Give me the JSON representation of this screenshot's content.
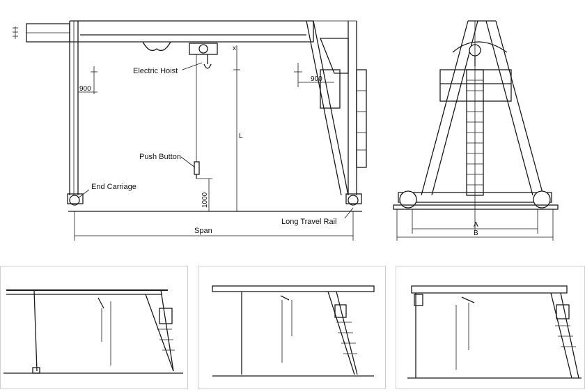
{
  "main_drawing": {
    "labels": {
      "electric_hoist": "Electric Hoist",
      "push_button": "Push Button",
      "end_carriage": "End Carriage",
      "long_travel_rail": "Long Travel Rail",
      "span": "Span"
    },
    "dimensions": {
      "left_offset": "900",
      "right_offset": "900",
      "button_height": "1000",
      "lift_height": "L",
      "hook_offset": "x"
    }
  },
  "side_view": {
    "dimensions": {
      "inner": "A",
      "outer": "B"
    }
  },
  "thumbnails": [
    {
      "id": "thumb-1"
    },
    {
      "id": "thumb-2"
    },
    {
      "id": "thumb-3"
    }
  ]
}
